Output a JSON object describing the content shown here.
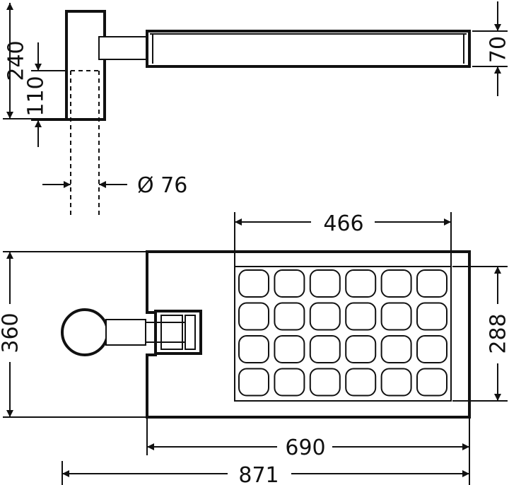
{
  "dimensions": {
    "top_height_total": "240",
    "top_height_bracket": "110",
    "top_thickness": "70",
    "pole_diameter": "Ø 76",
    "panel_width": "466",
    "body_height": "360",
    "panel_height": "288",
    "body_length": "690",
    "total_length": "871"
  },
  "led_grid": {
    "rows": 4,
    "cols": 6
  },
  "colors": {
    "stroke": "#111111",
    "background": "#ffffff"
  }
}
